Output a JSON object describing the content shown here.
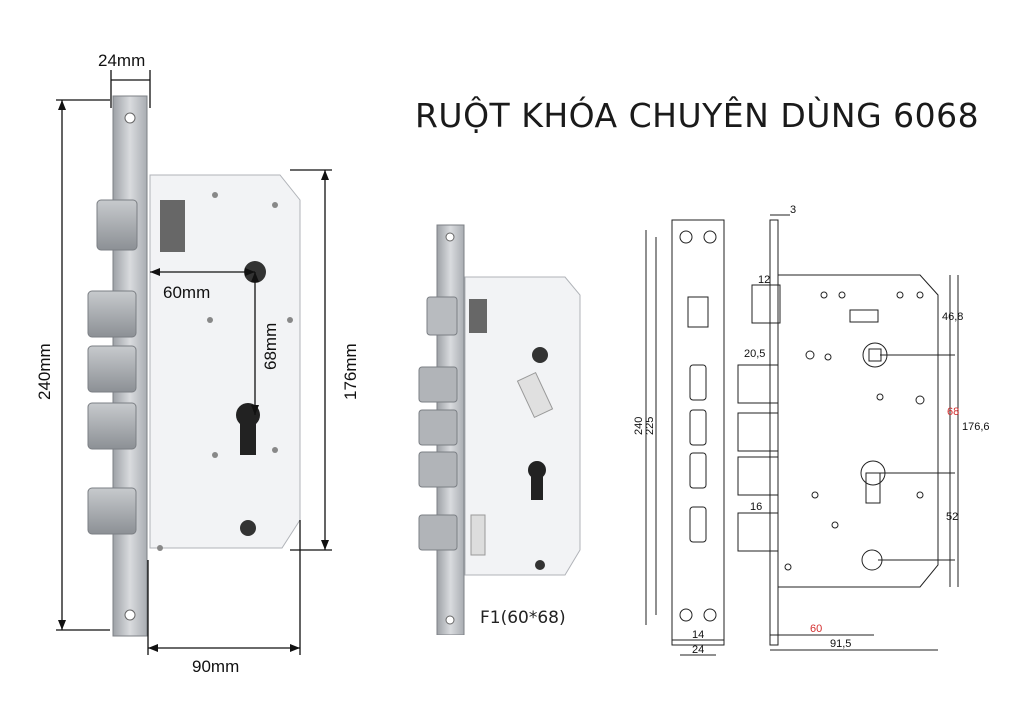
{
  "title": "RUỘT KHÓA CHUYÊN DÙNG 6068",
  "photo_dims": {
    "width_top": "24mm",
    "backset": "60mm",
    "center": "68mm",
    "height_total": "240mm",
    "height_case": "176mm",
    "width_case": "90mm"
  },
  "product_caption": "F1(60*68)",
  "drawing_dims": {
    "d3": "3",
    "d12": "12",
    "d46_8": "46,8",
    "d20_5": "20,5",
    "d68": "68",
    "d176_6": "176,6",
    "d52": "52",
    "d16": "16",
    "d240": "240",
    "d225": "225",
    "d14": "14",
    "d24": "24",
    "d60": "60",
    "d91_5": "91,5"
  },
  "colors": {
    "steel": "#c9ccd0",
    "steel_dark": "#8e9196",
    "case_face": "#f1f2f4",
    "dim_line": "#111111",
    "drawing_red": "#d32f2f"
  }
}
